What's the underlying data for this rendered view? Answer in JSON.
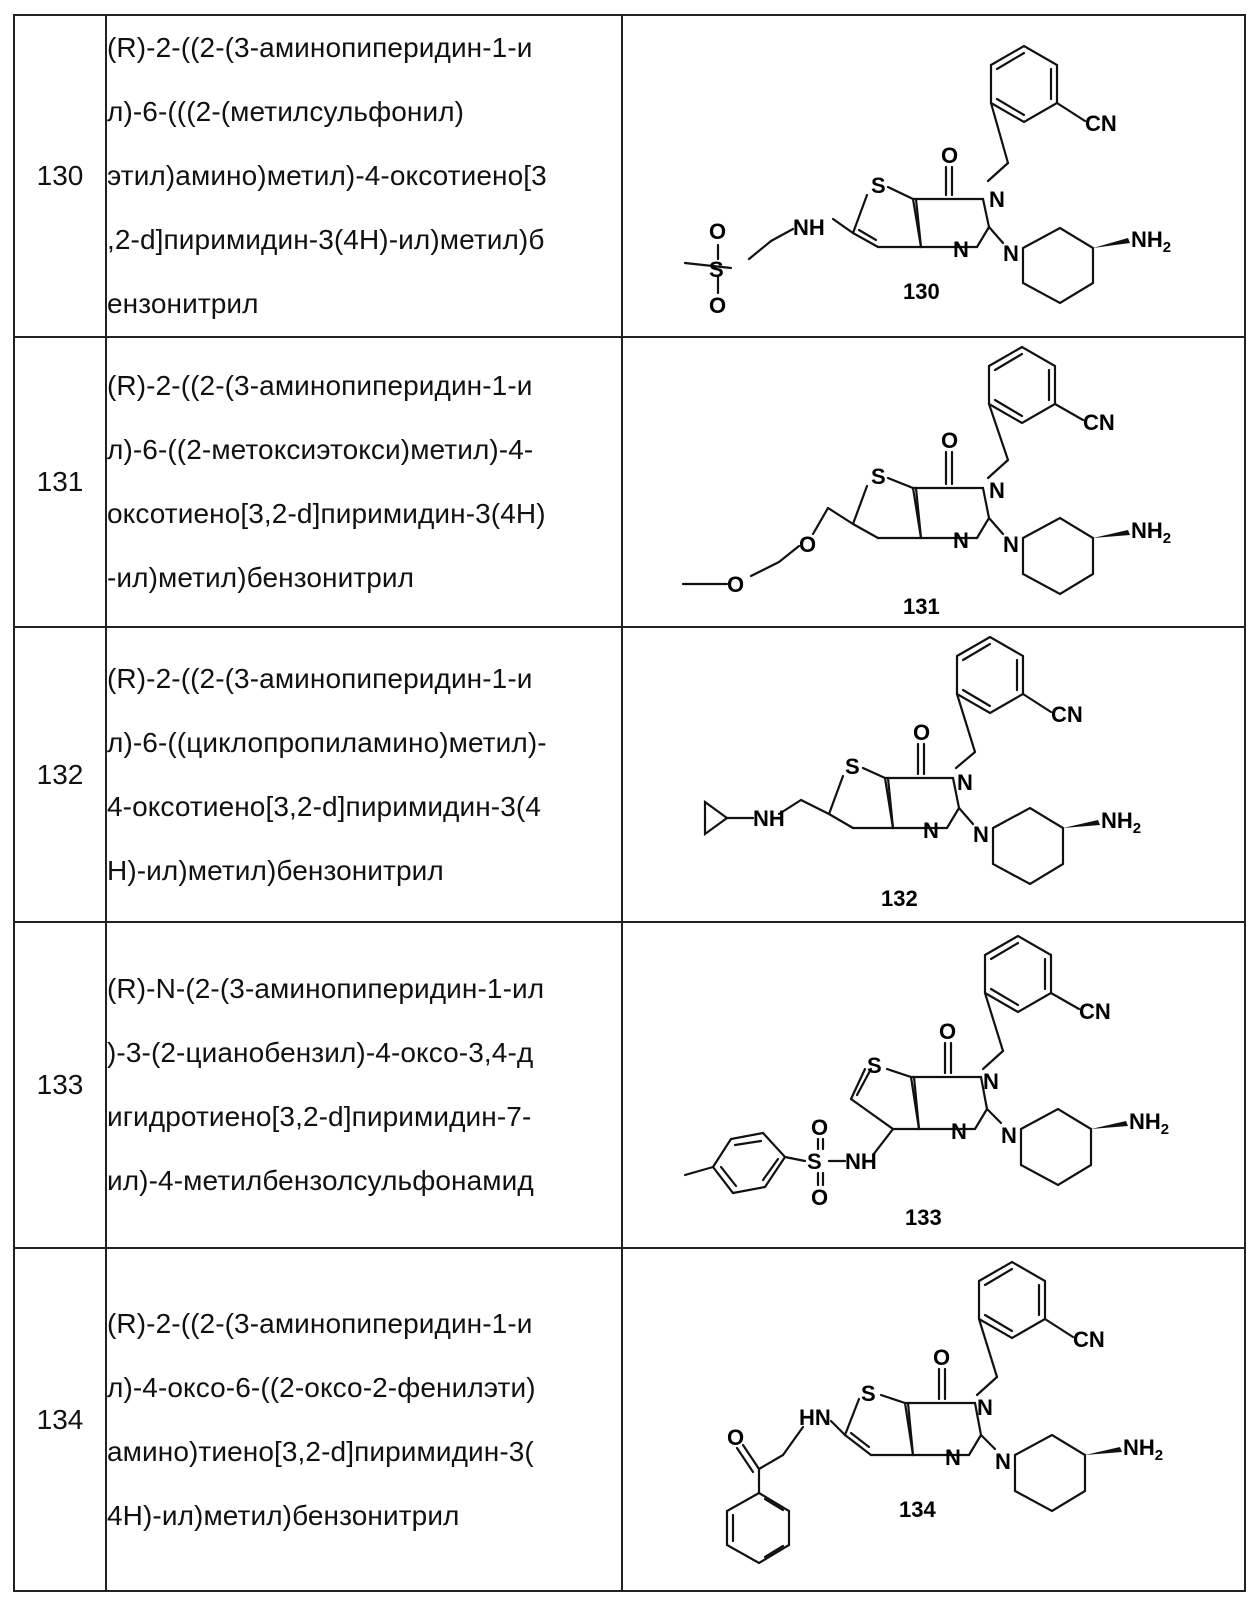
{
  "rows": [
    {
      "number": "130",
      "name_lines": [
        "(R)-2-((2-(3-аминопиперидин-1-и",
        "л)-6-(((2-(метилсульфонил)",
        "этил)амино)метил)-4-оксотиено[3",
        ",2-d]пиримидин-3(4H)-ил)метил)б",
        "ензонитрил"
      ],
      "compound_label": "130",
      "atom_labels": [
        "CN",
        "O",
        "S",
        "N",
        "N",
        "N",
        "NH2",
        "NH",
        "S",
        "O",
        "O"
      ]
    },
    {
      "number": "131",
      "name_lines": [
        "(R)-2-((2-(3-аминопиперидин-1-и",
        "л)-6-((2-метоксиэтокси)метил)-4-",
        "оксотиено[3,2-d]пиримидин-3(4H)",
        "-ил)метил)бензонитрил"
      ],
      "compound_label": "131",
      "atom_labels": [
        "CN",
        "O",
        "S",
        "N",
        "N",
        "N",
        "NH2",
        "O",
        "O"
      ]
    },
    {
      "number": "132",
      "name_lines": [
        "(R)-2-((2-(3-аминопиперидин-1-и",
        "л)-6-((циклопропиламино)метил)-",
        "4-оксотиено[3,2-d]пиримидин-3(4",
        "H)-ил)метил)бензонитрил"
      ],
      "compound_label": "132",
      "atom_labels": [
        "CN",
        "O",
        "S",
        "N",
        "N",
        "N",
        "NH2",
        "NH"
      ]
    },
    {
      "number": "133",
      "name_lines": [
        "(R)-N-(2-(3-аминопиперидин-1-ил",
        ")-3-(2-цианобензил)-4-оксо-3,4-д",
        "игидротиено[3,2-d]пиримидин-7-",
        "ил)-4-метилбензолсульфонамид"
      ],
      "compound_label": "133",
      "atom_labels": [
        "CN",
        "O",
        "S",
        "N",
        "N",
        "N",
        "NH2",
        "NH",
        "S",
        "O",
        "O"
      ]
    },
    {
      "number": "134",
      "name_lines": [
        "(R)-2-((2-(3-аминопиперидин-1-и",
        "л)-4-оксо-6-((2-оксо-2-фенилэти)",
        "амино)тиено[3,2-d]пиримидин-3(",
        "4H)-ил)метил)бензонитрил"
      ],
      "compound_label": "134",
      "atom_labels": [
        "CN",
        "O",
        "S",
        "N",
        "N",
        "N",
        "NH2",
        "HN",
        "O"
      ]
    }
  ]
}
